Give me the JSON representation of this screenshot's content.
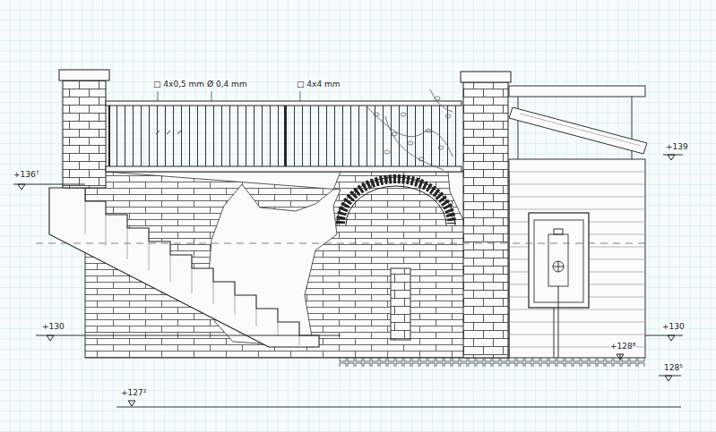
{
  "diagram": {
    "labels": [
      "□ 4x0,5 mm",
      "Ø 0,4 mm",
      "□ 4x4 mm",
      "+136⁷",
      "+139",
      "+130",
      "+130",
      "+127²",
      "+128⁸",
      "128⁵"
    ]
  }
}
